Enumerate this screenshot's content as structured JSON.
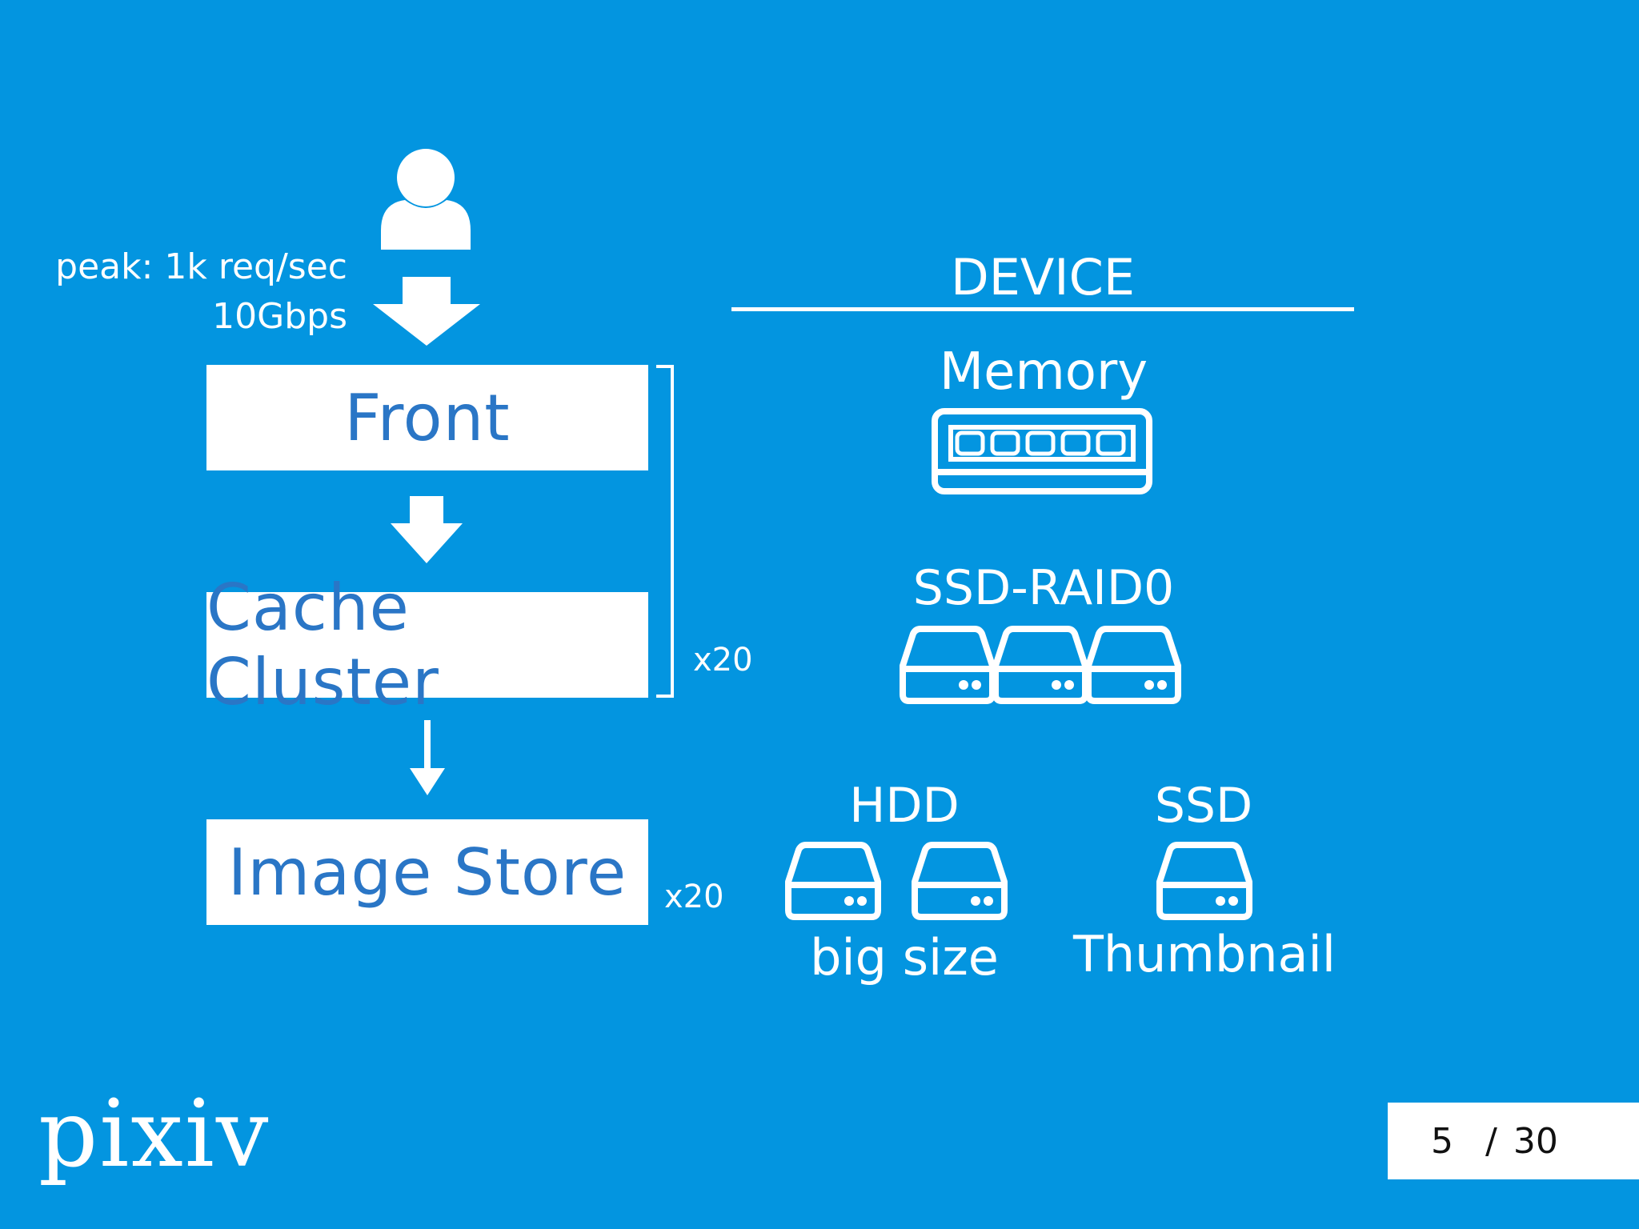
{
  "flow": {
    "peak_label": "peak: 1k req/sec",
    "bandwidth_label": "10Gbps",
    "front": "Front",
    "cache_cluster": "Cache Cluster",
    "image_store": "Image Store",
    "multiplier_front_cache": "x20",
    "multiplier_image_store": "x20"
  },
  "device": {
    "heading": "DEVICE",
    "memory": "Memory",
    "ssd_raid0": "SSD-RAID0",
    "hdd": "HDD",
    "ssd": "SSD",
    "hdd_caption": "big size",
    "ssd_caption": "Thumbnail"
  },
  "brand": {
    "logo_text": "pixiv"
  },
  "pagination": {
    "current": "5",
    "separator": "/",
    "total": "30"
  },
  "colors": {
    "background": "#0395e0",
    "box_text": "#2a76c6",
    "foreground": "#ffffff"
  }
}
